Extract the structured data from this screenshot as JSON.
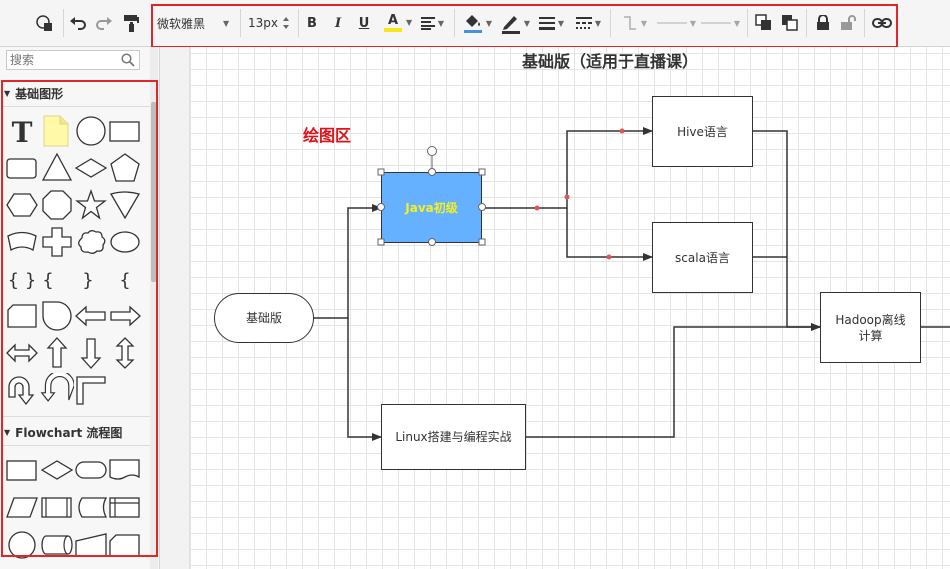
{
  "toolbar": {
    "font_family": "微软雅黑",
    "font_size": "13px",
    "bold_label": "B",
    "italic_label": "I",
    "underline_label": "U",
    "font_color_label": "A",
    "font_color_accent": "#f5e71a",
    "fill_color_accent": "#4a90e2",
    "border_color_accent": "#333333",
    "icons": [
      "shape-style-icon",
      "undo-icon",
      "redo-icon",
      "format-painter-icon",
      "align-icon",
      "fill-color-icon",
      "line-color-icon",
      "line-width-icon",
      "line-style-icon",
      "connector-icon",
      "line-start-icon",
      "line-end-icon",
      "bring-front-icon",
      "send-back-icon",
      "lock-icon",
      "unlock-icon",
      "link-icon"
    ]
  },
  "sidebar": {
    "search_placeholder": "搜索",
    "sections": [
      {
        "title": "基础图形"
      },
      {
        "title": "Flowchart 流程图"
      }
    ],
    "text_tool_label": "T",
    "brace_labels": [
      "{ }",
      "{",
      "}",
      "{"
    ]
  },
  "canvas": {
    "title": "基础版（适用于直播课）",
    "draw_area_label": "绘图区",
    "nodes": {
      "basic": "基础版",
      "java": "Java初级",
      "hive": "Hive语言",
      "scala": "scala语言",
      "linux": "Linux搭建与编程实战",
      "hadoop_line1": "Hadoop离线",
      "hadoop_line2": "计算"
    },
    "colors": {
      "java_fill": "#66b1ff",
      "java_text": "#f3f020",
      "highlight": "#e0262a"
    }
  }
}
